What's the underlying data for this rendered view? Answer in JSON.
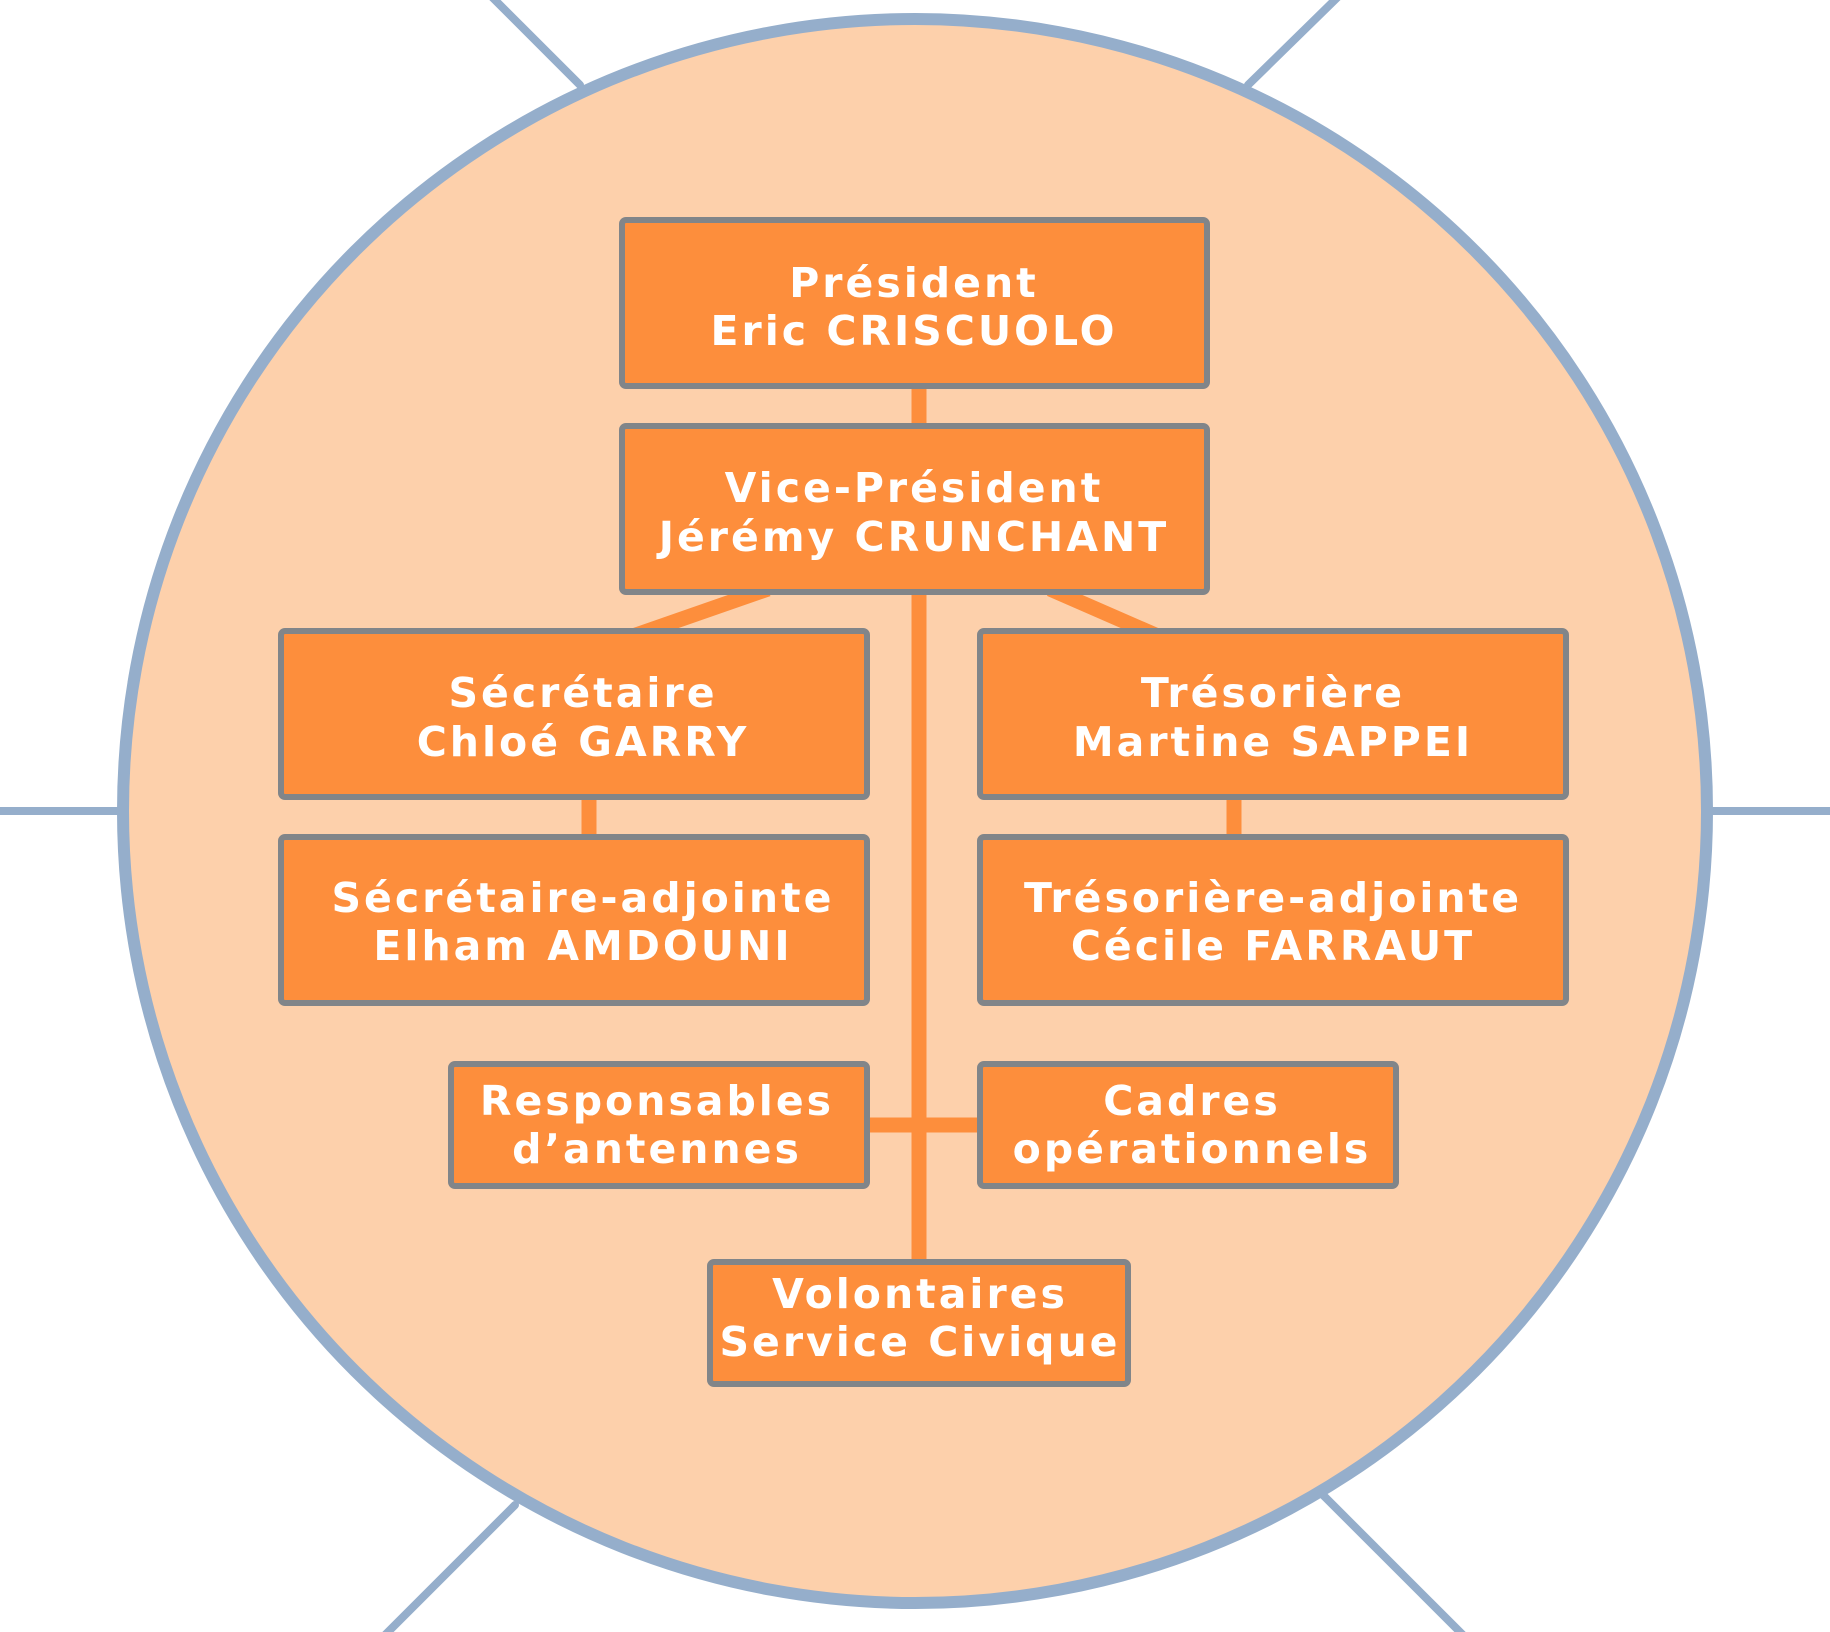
{
  "colors": {
    "background": "#ffffff",
    "circle_fill": "#fdd0ab",
    "circle_stroke": "#95aecb",
    "box_fill": "#fd8e3c",
    "box_stroke": "#818589",
    "connector": "#fd8e3c",
    "text": "#ffffff"
  },
  "nodes": {
    "president": {
      "role": "Président",
      "name": "Eric CRISCUOLO"
    },
    "vice_president": {
      "role": "Vice-Président",
      "name": "Jérémy CRUNCHANT"
    },
    "secretaire": {
      "role": "Sécrétaire",
      "name": "Chloé GARRY"
    },
    "tresoriere": {
      "role": "Trésorière",
      "name": "Martine SAPPEI"
    },
    "secretaire_adjointe": {
      "role": "Sécrétaire-adjointe",
      "name": "Elham AMDOUNI"
    },
    "tresoriere_adjointe": {
      "role": "Trésorière-adjointe",
      "name": "Cécile FARRAUT"
    },
    "responsables": {
      "line1": "Responsables",
      "line2": "d’antennes"
    },
    "cadres": {
      "line1": "Cadres",
      "line2": "opérationnels"
    },
    "volontaires": {
      "line1": "Volontaires",
      "line2": "Service Civique"
    }
  },
  "edges": [
    [
      "president",
      "vice_president"
    ],
    [
      "vice_president",
      "secretaire"
    ],
    [
      "vice_president",
      "tresoriere"
    ],
    [
      "secretaire",
      "secretaire_adjointe"
    ],
    [
      "tresoriere",
      "tresoriere_adjointe"
    ],
    [
      "vice_president",
      "volontaires"
    ],
    [
      "vice_president",
      "responsables"
    ],
    [
      "vice_president",
      "cadres"
    ]
  ]
}
